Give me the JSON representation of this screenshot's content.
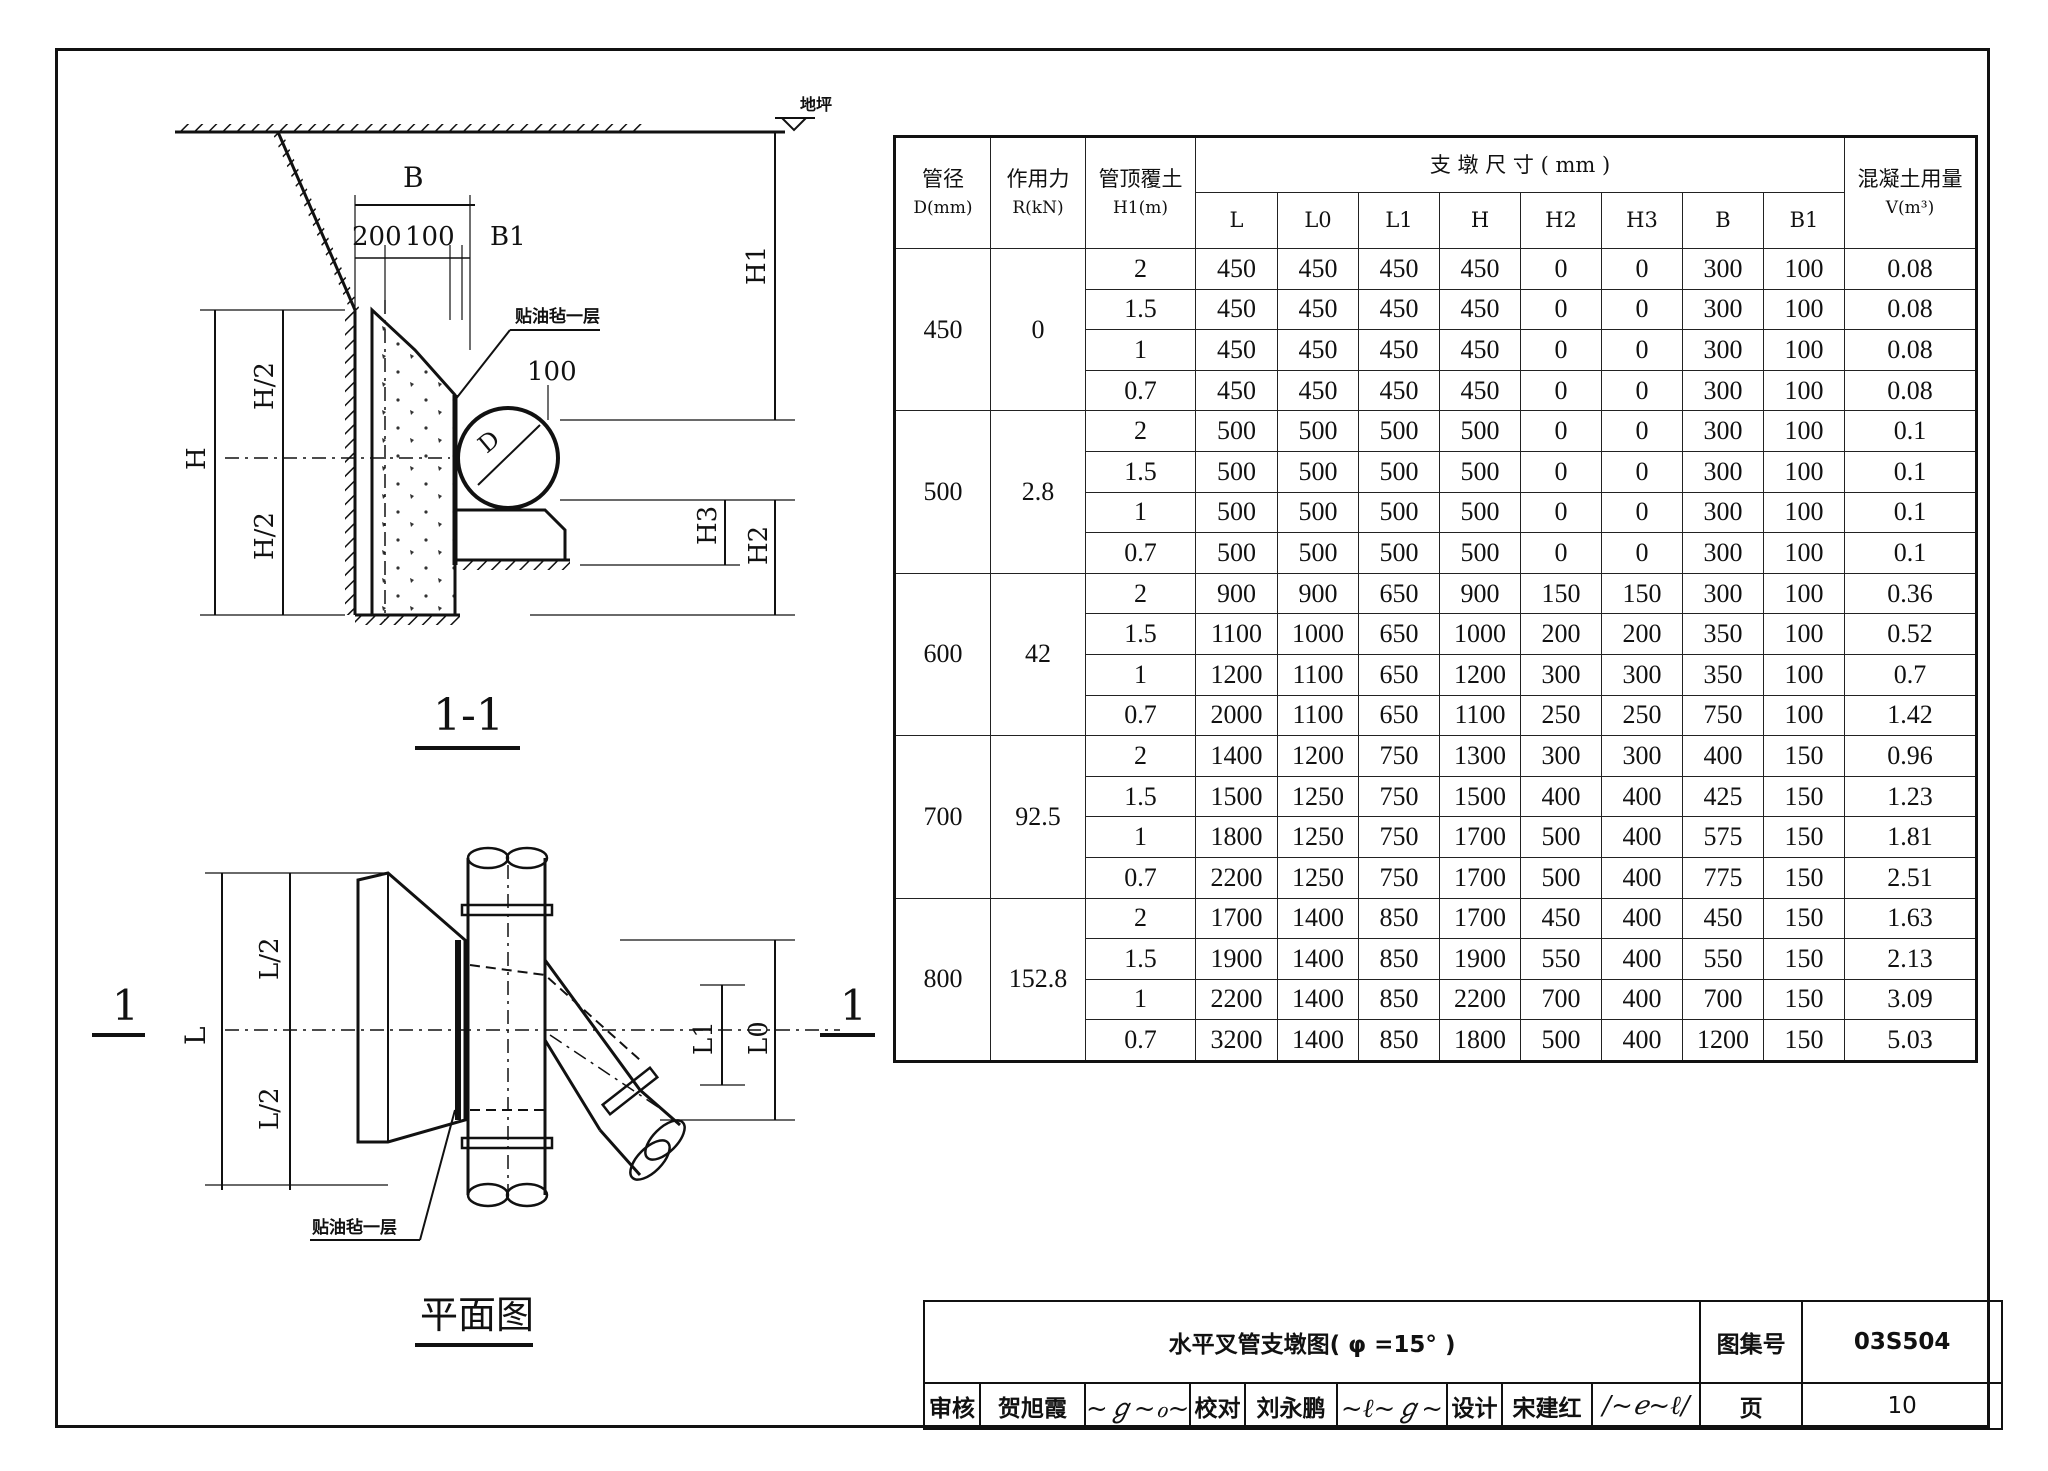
{
  "drawing": {
    "section_view": {
      "title": "1-1",
      "grade_label": "地坪",
      "liner_note": "贴油毡一层",
      "dim_labels": {
        "B": "B",
        "d200": "200",
        "d100": "100",
        "B1": "B1",
        "H1": "H1",
        "H": "H",
        "H_half": "H/2",
        "d100_pipe": "100",
        "H3": "H3",
        "H2": "H2",
        "D": "D"
      }
    },
    "plan_view": {
      "title": "平面图",
      "liner_note": "贴油毡一层",
      "section_mark": "1",
      "dim_labels": {
        "L": "L",
        "L_half": "L/2",
        "L1": "L1",
        "L0": "L0"
      }
    }
  },
  "table": {
    "headers": {
      "pipe_dia": {
        "name": "管径",
        "unit": "D(mm)"
      },
      "force": {
        "name": "作用力",
        "unit": "R(kN)"
      },
      "cover": {
        "name": "管顶覆土",
        "unit": "H1(m)"
      },
      "dims_group": "支 墩 尺 寸 ( mm )",
      "dim_cols": [
        "L",
        "L0",
        "L1",
        "H",
        "H2",
        "H3",
        "B",
        "B1"
      ],
      "concrete": {
        "name": "混凝土用量",
        "unit": "V(m³)"
      }
    },
    "groups": [
      {
        "D": "450",
        "R": "0",
        "rows": [
          [
            "2",
            "450",
            "450",
            "450",
            "450",
            "0",
            "0",
            "300",
            "100",
            "0.08"
          ],
          [
            "1.5",
            "450",
            "450",
            "450",
            "450",
            "0",
            "0",
            "300",
            "100",
            "0.08"
          ],
          [
            "1",
            "450",
            "450",
            "450",
            "450",
            "0",
            "0",
            "300",
            "100",
            "0.08"
          ],
          [
            "0.7",
            "450",
            "450",
            "450",
            "450",
            "0",
            "0",
            "300",
            "100",
            "0.08"
          ]
        ]
      },
      {
        "D": "500",
        "R": "2.8",
        "rows": [
          [
            "2",
            "500",
            "500",
            "500",
            "500",
            "0",
            "0",
            "300",
            "100",
            "0.1"
          ],
          [
            "1.5",
            "500",
            "500",
            "500",
            "500",
            "0",
            "0",
            "300",
            "100",
            "0.1"
          ],
          [
            "1",
            "500",
            "500",
            "500",
            "500",
            "0",
            "0",
            "300",
            "100",
            "0.1"
          ],
          [
            "0.7",
            "500",
            "500",
            "500",
            "500",
            "0",
            "0",
            "300",
            "100",
            "0.1"
          ]
        ]
      },
      {
        "D": "600",
        "R": "42",
        "rows": [
          [
            "2",
            "900",
            "900",
            "650",
            "900",
            "150",
            "150",
            "300",
            "100",
            "0.36"
          ],
          [
            "1.5",
            "1100",
            "1000",
            "650",
            "1000",
            "200",
            "200",
            "350",
            "100",
            "0.52"
          ],
          [
            "1",
            "1200",
            "1100",
            "650",
            "1200",
            "300",
            "300",
            "350",
            "100",
            "0.7"
          ],
          [
            "0.7",
            "2000",
            "1100",
            "650",
            "1100",
            "250",
            "250",
            "750",
            "100",
            "1.42"
          ]
        ]
      },
      {
        "D": "700",
        "R": "92.5",
        "rows": [
          [
            "2",
            "1400",
            "1200",
            "750",
            "1300",
            "300",
            "300",
            "400",
            "150",
            "0.96"
          ],
          [
            "1.5",
            "1500",
            "1250",
            "750",
            "1500",
            "400",
            "400",
            "425",
            "150",
            "1.23"
          ],
          [
            "1",
            "1800",
            "1250",
            "750",
            "1700",
            "500",
            "400",
            "575",
            "150",
            "1.81"
          ],
          [
            "0.7",
            "2200",
            "1250",
            "750",
            "1700",
            "500",
            "400",
            "775",
            "150",
            "2.51"
          ]
        ]
      },
      {
        "D": "800",
        "R": "152.8",
        "rows": [
          [
            "2",
            "1700",
            "1400",
            "850",
            "1700",
            "450",
            "400",
            "450",
            "150",
            "1.63"
          ],
          [
            "1.5",
            "1900",
            "1400",
            "850",
            "1900",
            "550",
            "400",
            "550",
            "150",
            "2.13"
          ],
          [
            "1",
            "2200",
            "1400",
            "850",
            "2200",
            "700",
            "400",
            "700",
            "150",
            "3.09"
          ],
          [
            "0.7",
            "3200",
            "1400",
            "850",
            "1800",
            "500",
            "400",
            "1200",
            "150",
            "5.03"
          ]
        ]
      }
    ]
  },
  "title_block": {
    "drawing_title": "水平叉管支墩图( φ =15° )",
    "atlas_label": "图集号",
    "atlas_no": "03S504",
    "review_label": "审核",
    "reviewer": "贺旭霞",
    "check_label": "校对",
    "checker": "刘永鹏",
    "design_label": "设计",
    "designer": "宋建红",
    "page_label": "页",
    "page_no": "10"
  }
}
